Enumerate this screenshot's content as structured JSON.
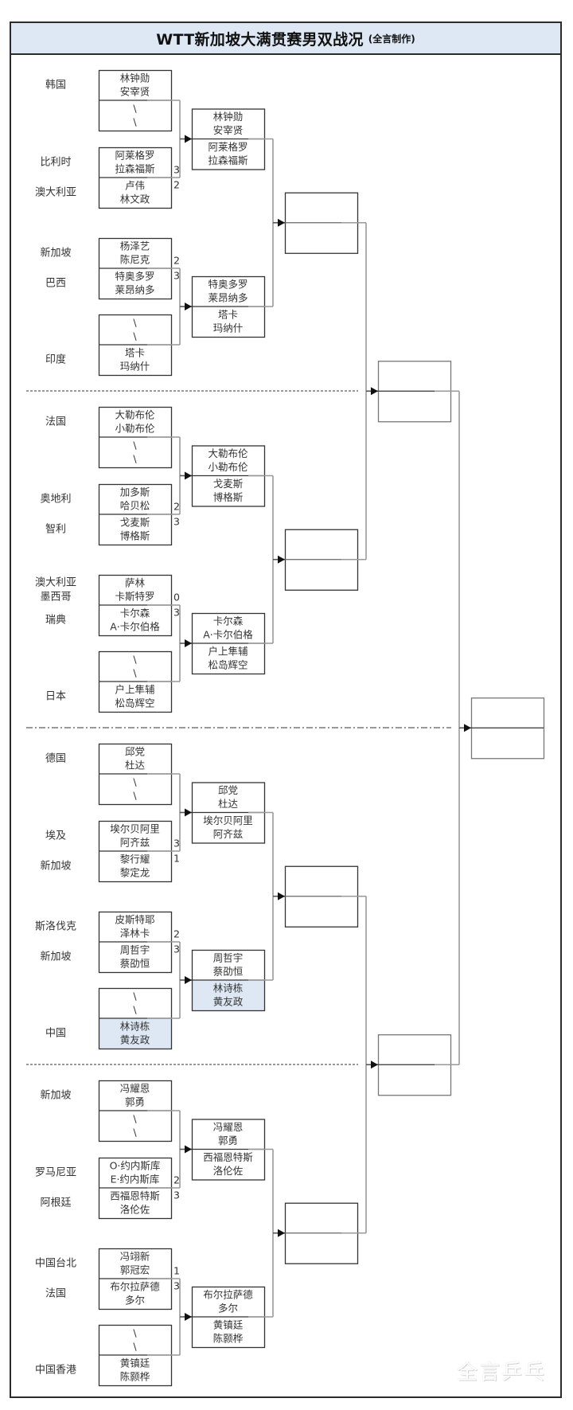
{
  "title": {
    "main": "WTT新加坡大满贯赛男双战况",
    "sub": "(全言制作)"
  },
  "watermark": "全言乒乓",
  "colors": {
    "title_bg": "#dde8f4",
    "highlight": "#dde8f4",
    "line": "#999999",
    "box_border": "#333333"
  },
  "bye_symbol": "\\",
  "quarters": [
    {
      "matches": [
        {
          "top": {
            "country": "韩国",
            "players": [
              "林钟勋",
              "安宰贤"
            ]
          },
          "bottom": {
            "country": "",
            "players": [
              "\\",
              "\\"
            ],
            "bye": true
          }
        },
        {
          "top": {
            "country": "比利时",
            "players": [
              "阿莱格罗",
              "拉森福斯"
            ],
            "score": "3"
          },
          "bottom": {
            "country": "澳大利亚",
            "players": [
              "卢伟",
              "林文政"
            ],
            "score": "2"
          }
        },
        {
          "top": {
            "country": "新加坡",
            "players": [
              "杨泽艺",
              "陈尼克"
            ],
            "score": "2"
          },
          "bottom": {
            "country": "巴西",
            "players": [
              "特奥多罗",
              "莱昂纳多"
            ],
            "score": "3"
          }
        },
        {
          "top": {
            "country": "",
            "players": [
              "\\",
              "\\"
            ],
            "bye": true
          },
          "bottom": {
            "country": "印度",
            "players": [
              "塔卡",
              "玛纳什"
            ]
          }
        }
      ],
      "round2": [
        {
          "top": [
            "林钟勋",
            "安宰贤"
          ],
          "bottom": [
            "阿莱格罗",
            "拉森福斯"
          ]
        },
        {
          "top": [
            "特奥多罗",
            "莱昂纳多"
          ],
          "bottom": [
            "塔卡",
            "玛纳什"
          ]
        }
      ]
    },
    {
      "matches": [
        {
          "top": {
            "country": "法国",
            "players": [
              "大勒布伦",
              "小勒布伦"
            ]
          },
          "bottom": {
            "country": "",
            "players": [
              "\\",
              "\\"
            ],
            "bye": true
          }
        },
        {
          "top": {
            "country": "奥地利",
            "players": [
              "加多斯",
              "哈贝松"
            ],
            "score": "2"
          },
          "bottom": {
            "country": "智利",
            "players": [
              "戈麦斯",
              "博格斯"
            ],
            "score": "3"
          }
        },
        {
          "top": {
            "country": "澳大利亚\n墨西哥",
            "players": [
              "萨林",
              "卡斯特罗"
            ],
            "score": "0"
          },
          "bottom": {
            "country": "瑞典",
            "players": [
              "卡尔森",
              "A·卡尔伯格"
            ],
            "score": "3"
          }
        },
        {
          "top": {
            "country": "",
            "players": [
              "\\",
              "\\"
            ],
            "bye": true
          },
          "bottom": {
            "country": "日本",
            "players": [
              "户上隼辅",
              "松岛辉空"
            ]
          }
        }
      ],
      "round2": [
        {
          "top": [
            "大勒布伦",
            "小勒布伦"
          ],
          "bottom": [
            "戈麦斯",
            "博格斯"
          ]
        },
        {
          "top": [
            "卡尔森",
            "A·卡尔伯格"
          ],
          "bottom": [
            "户上隼辅",
            "松岛辉空"
          ]
        }
      ]
    },
    {
      "matches": [
        {
          "top": {
            "country": "德国",
            "players": [
              "邱党",
              "杜达"
            ]
          },
          "bottom": {
            "country": "",
            "players": [
              "\\",
              "\\"
            ],
            "bye": true
          }
        },
        {
          "top": {
            "country": "埃及",
            "players": [
              "埃尔贝阿里",
              "阿齐兹"
            ],
            "score": "3"
          },
          "bottom": {
            "country": "新加坡",
            "players": [
              "黎行耀",
              "黎定龙"
            ],
            "score": "1"
          }
        },
        {
          "top": {
            "country": "斯洛伐克",
            "players": [
              "皮斯特耶",
              "泽林卡"
            ],
            "score": "2"
          },
          "bottom": {
            "country": "新加坡",
            "players": [
              "周哲宇",
              "蔡劭恒"
            ],
            "score": "3"
          }
        },
        {
          "top": {
            "country": "",
            "players": [
              "\\",
              "\\"
            ],
            "bye": true
          },
          "bottom": {
            "country": "中国",
            "players": [
              "林诗栋",
              "黄友政"
            ],
            "highlight": true
          }
        }
      ],
      "round2": [
        {
          "top": [
            "邱党",
            "杜达"
          ],
          "bottom": [
            "埃尔贝阿里",
            "阿齐兹"
          ]
        },
        {
          "top": [
            "周哲宇",
            "蔡劭恒"
          ],
          "bottom": [
            "林诗栋",
            "黄友政"
          ],
          "bottom_highlight": true
        }
      ]
    },
    {
      "matches": [
        {
          "top": {
            "country": "新加坡",
            "players": [
              "冯耀恩",
              "郭勇"
            ]
          },
          "bottom": {
            "country": "",
            "players": [
              "\\",
              "\\"
            ],
            "bye": true
          }
        },
        {
          "top": {
            "country": "罗马尼亚",
            "players": [
              "O·约内斯库",
              "E·约内斯库"
            ],
            "score": "2"
          },
          "bottom": {
            "country": "阿根廷",
            "players": [
              "西福恩特斯",
              "洛伦佐"
            ],
            "score": "3"
          }
        },
        {
          "top": {
            "country": "中国台北",
            "players": [
              "冯翊新",
              "郭冠宏"
            ],
            "score": "1"
          },
          "bottom": {
            "country": "法国",
            "players": [
              "布尔拉萨德",
              "多尔"
            ],
            "score": "3"
          }
        },
        {
          "top": {
            "country": "",
            "players": [
              "\\",
              "\\"
            ],
            "bye": true
          },
          "bottom": {
            "country": "中国香港",
            "players": [
              "黄镇廷",
              "陈颢桦"
            ]
          }
        }
      ],
      "round2": [
        {
          "top": [
            "冯耀恩",
            "郭勇"
          ],
          "bottom": [
            "西福恩特斯",
            "洛伦佐"
          ]
        },
        {
          "top": [
            "布尔拉萨德",
            "多尔"
          ],
          "bottom": [
            "黄镇廷",
            "陈颢桦"
          ]
        }
      ]
    }
  ]
}
